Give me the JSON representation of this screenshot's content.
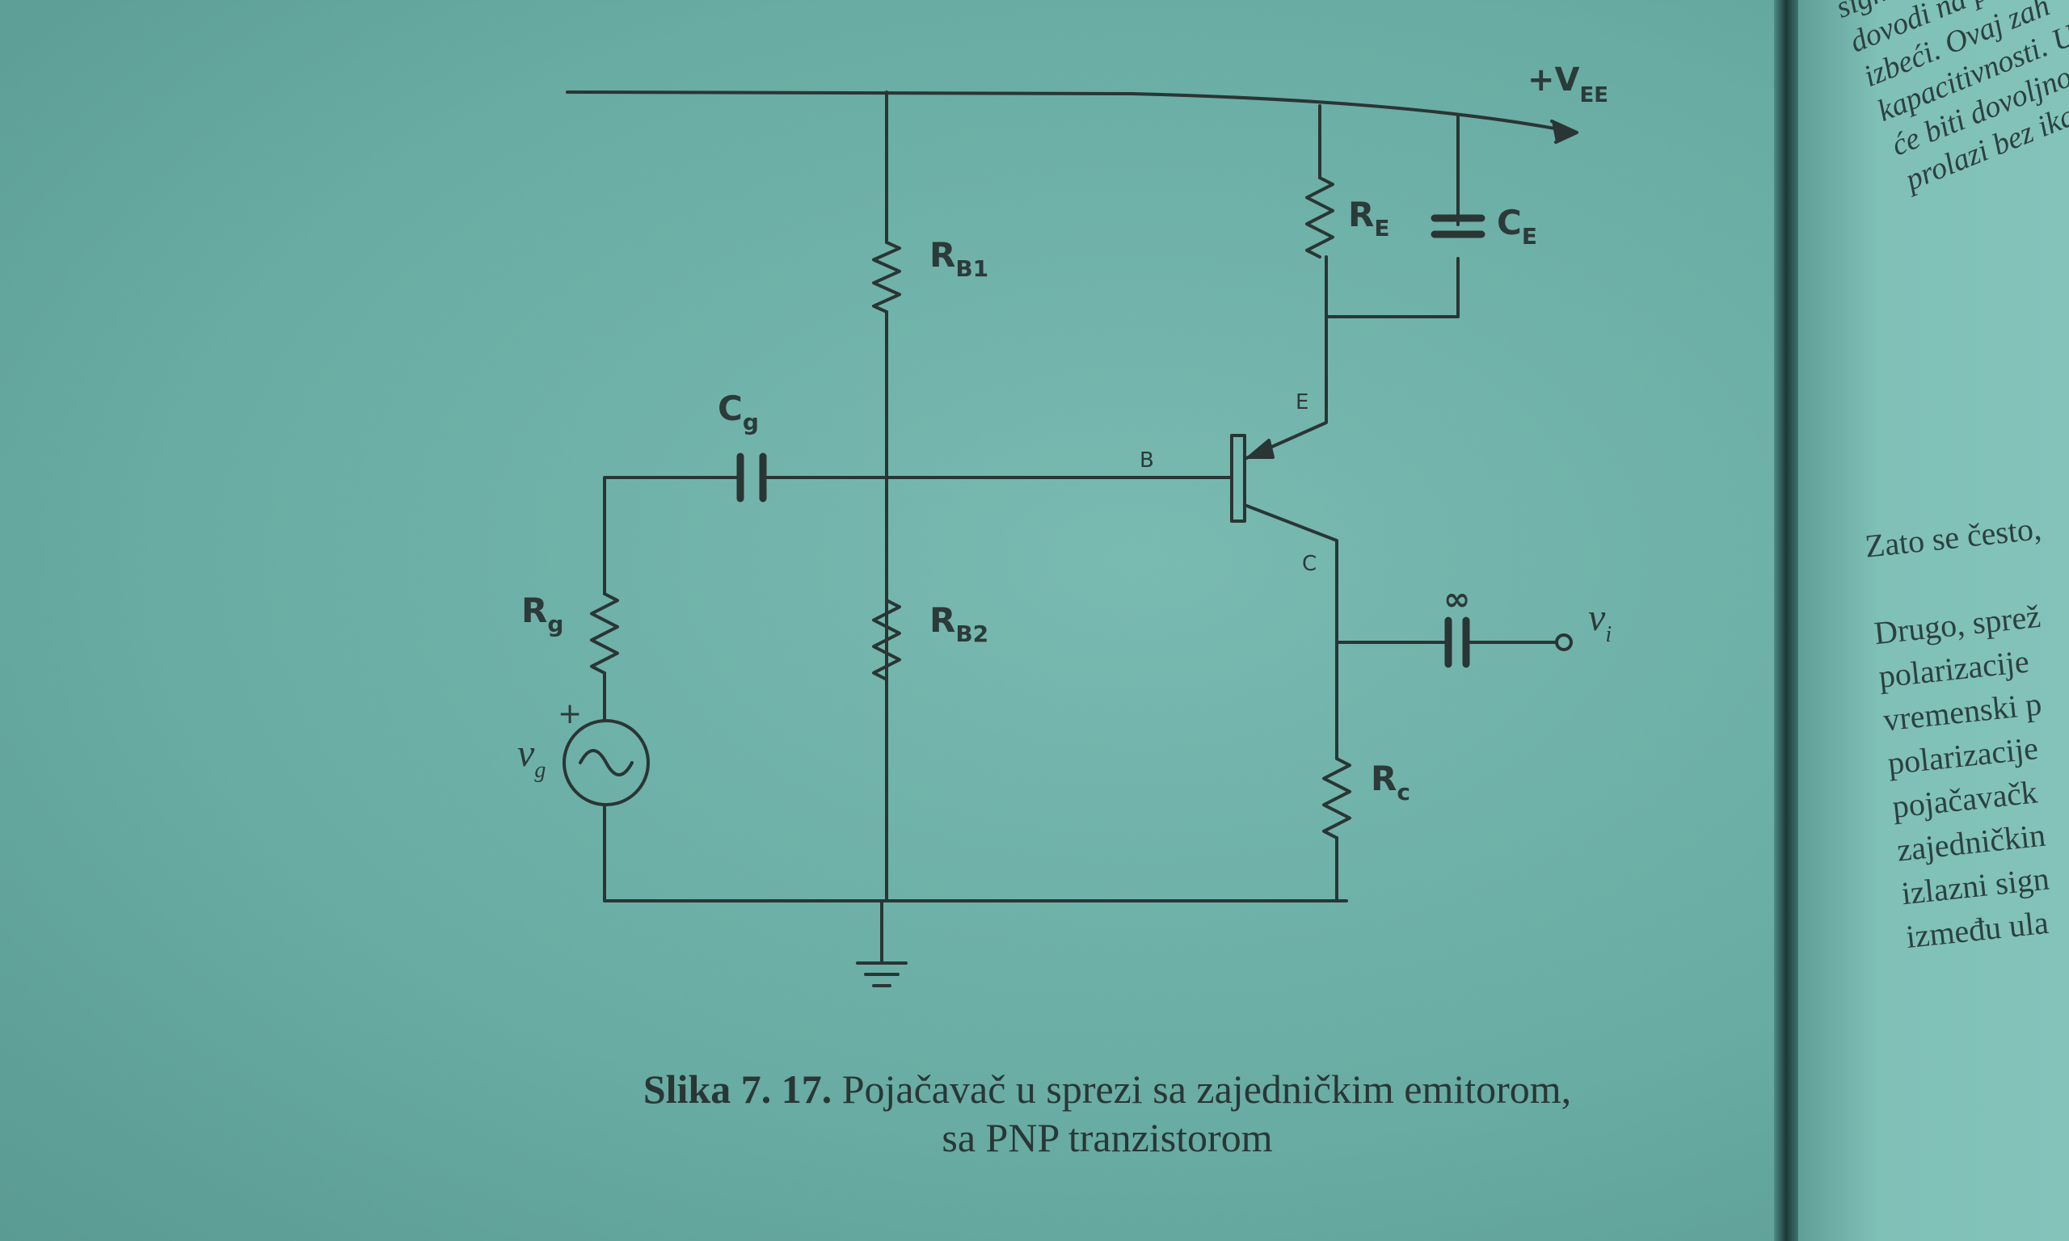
{
  "circuit": {
    "supply_label": "+V",
    "supply_sub": "EE",
    "rb1": "R",
    "rb1_sub": "B1",
    "rb2": "R",
    "rb2_sub": "B2",
    "re": "R",
    "re_sub": "E",
    "ce": "C",
    "ce_sub": "E",
    "rc": "R",
    "rc_sub": "c",
    "rg": "R",
    "rg_sub": "g",
    "cg": "C",
    "cg_sub": "g",
    "vg": "v",
    "vg_sub": "g",
    "vi": "v",
    "vi_sub": "i",
    "plus": "+",
    "infinity": "∞",
    "base": "B",
    "emitter": "E",
    "collector": "C"
  },
  "caption": {
    "number": "Slika 7. 17.",
    "line1": "Pojačavač u sprezi sa zajedničkim emitorom,",
    "line2": "sa PNP tranzistorom"
  },
  "right_page": {
    "top_lines": [
      "signal",
      "dovodi na p",
      "izbeći. Ovaj zah",
      "kapacitivnosti. U t",
      "će biti dovoljno",
      "prolazi bez ikakv"
    ],
    "bottom_lines": [
      "Zato se često,",
      "",
      "Drugo, sprež",
      "polarizacije",
      "vremenski p",
      "polarizacije",
      "pojačavačk",
      "zajedničkin",
      "izlazni sign",
      "između ula"
    ]
  }
}
